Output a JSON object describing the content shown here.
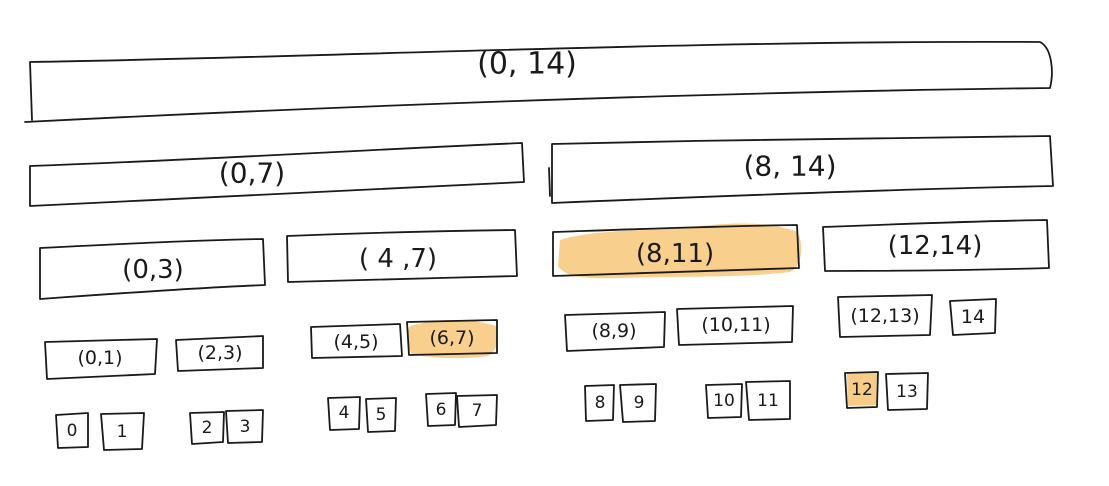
{
  "highlight_color": "#f7c372",
  "levels": [
    {
      "nodes": [
        {
          "label": "(0, 14)"
        }
      ]
    },
    {
      "nodes": [
        {
          "label": "(0,7)"
        },
        {
          "label": "(8, 14)"
        }
      ]
    },
    {
      "nodes": [
        {
          "label": "(0,3)"
        },
        {
          "label": "( 4 ,7)"
        },
        {
          "label": "(8,11)",
          "highlighted": true
        },
        {
          "label": "(12,14)"
        }
      ]
    },
    {
      "nodes": [
        {
          "label": "(0,1)"
        },
        {
          "label": "(2,3)"
        },
        {
          "label": "(4,5)"
        },
        {
          "label": "(6,7)",
          "highlighted": true
        },
        {
          "label": "(8,9)"
        },
        {
          "label": "(10,11)"
        },
        {
          "label": "(12,13)"
        },
        {
          "label": "14"
        }
      ]
    },
    {
      "nodes": [
        {
          "label": "0"
        },
        {
          "label": "1"
        },
        {
          "label": "2"
        },
        {
          "label": "3"
        },
        {
          "label": "4"
        },
        {
          "label": "5"
        },
        {
          "label": "6"
        },
        {
          "label": "7"
        },
        {
          "label": "8"
        },
        {
          "label": "9"
        },
        {
          "label": "10"
        },
        {
          "label": "11"
        },
        {
          "label": "12",
          "highlighted": true
        },
        {
          "label": "13"
        }
      ]
    }
  ]
}
